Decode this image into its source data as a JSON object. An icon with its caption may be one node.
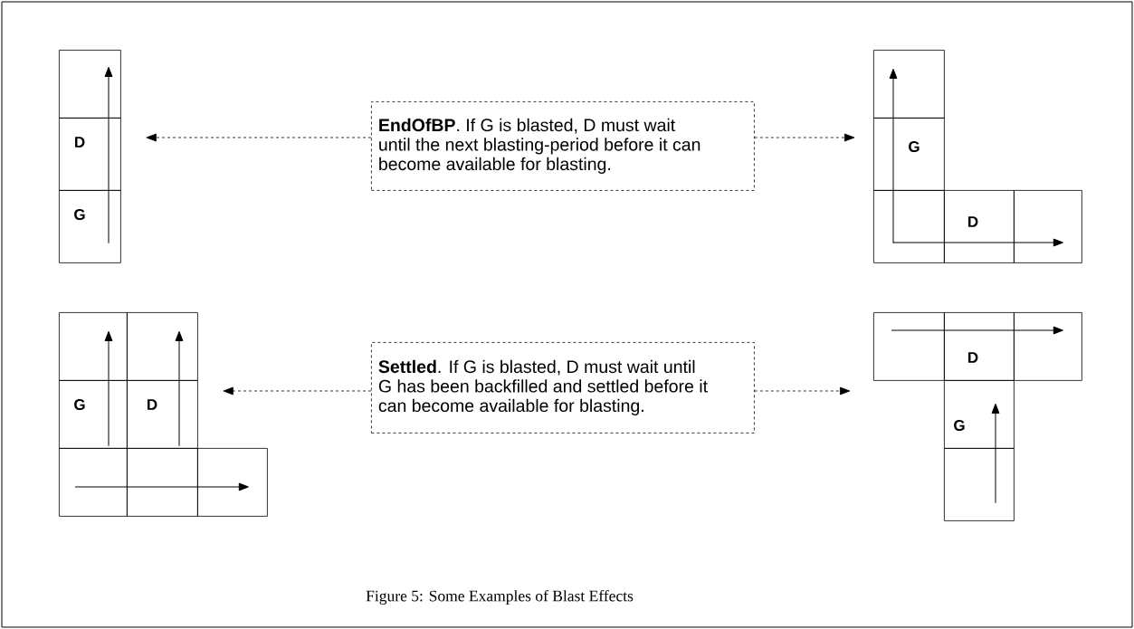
{
  "diagram": {
    "caption": "Figure 5: Some Examples of Blast Effects",
    "nodes": [
      {
        "text": [],
        "shape": "box"
      },
      {
        "text": [
          "D"
        ]
      },
      {
        "text": [
          "G"
        ]
      },
      {
        "text": [
          "**EndOfBP**. If G is blasted, D must wait until the next blasting-period before it can become available for blasting."
        ]
      },
      {
        "text": [],
        "shape": "box"
      },
      {
        "text": [
          "G"
        ]
      },
      {
        "text": [],
        "shape": "box"
      },
      {
        "text": [
          "D"
        ]
      },
      {
        "text": [],
        "shape": "box"
      },
      {
        "text": [],
        "shape": "box"
      },
      {
        "text": [],
        "shape": "box"
      },
      {
        "text": [
          "G"
        ]
      },
      {
        "text": [
          "D"
        ]
      },
      {
        "text": [],
        "shape": "box"
      },
      {
        "text": [],
        "shape": "box"
      },
      {
        "text": [],
        "shape": "box"
      },
      {
        "text": [
          "**Settled**. If G is blasted, D must wait until G has been backfilled and settled before it can become available for blasting."
        ]
      },
      {
        "text": [],
        "shape": "box"
      },
      {
        "text": [
          "D"
        ]
      },
      {
        "text": [],
        "shape": "box"
      },
      {
        "text": [
          "G"
        ]
      },
      {
        "text": [],
        "shape": "box"
      }
    ],
    "edges": [
      {
        "from": 3,
        "to": 1,
        "arrow": "to",
        "style": "dashed"
      },
      {
        "from": 3,
        "to": 5,
        "arrow": "to",
        "style": "dashed"
      },
      {
        "from": 16,
        "to": 12,
        "arrow": "to",
        "style": "dashed"
      },
      {
        "from": 16,
        "to": 17,
        "arrow": "to",
        "style": "dashed"
      },
      {
        "from": 2,
        "to": 1,
        "arrow": "none"
      },
      {
        "from": 1,
        "to": 0,
        "arrow": "to"
      },
      {
        "from": 6,
        "to": 5,
        "arrow": "none"
      },
      {
        "from": 5,
        "to": 4,
        "arrow": "to"
      },
      {
        "from": 6,
        "to": 7,
        "arrow": "none"
      },
      {
        "from": 7,
        "to": 8,
        "arrow": "to"
      },
      {
        "from": 11,
        "to": 9,
        "arrow": "to"
      },
      {
        "from": 12,
        "to": 10,
        "arrow": "to"
      },
      {
        "from": 13,
        "to": 14,
        "arrow": "none"
      },
      {
        "from": 14,
        "to": 15,
        "arrow": "to"
      },
      {
        "from": 17,
        "to": 18,
        "arrow": "none"
      },
      {
        "from": 18,
        "to": 19,
        "arrow": "to"
      },
      {
        "from": 21,
        "to": 20,
        "arrow": "to"
      }
    ]
  }
}
